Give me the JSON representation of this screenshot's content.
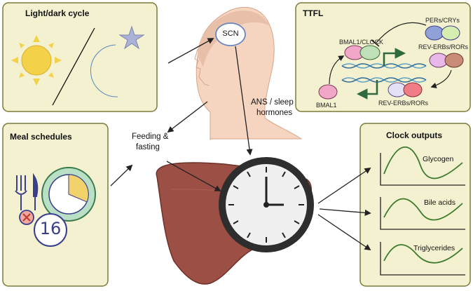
{
  "panels": {
    "light": {
      "title": "Light/dark cycle"
    },
    "meal": {
      "title": "Meal schedules",
      "fasting_number": "16"
    },
    "ttfl": {
      "title": "TTFL",
      "pers_crys": "PERs/CRYs",
      "bmal1_clock": "BMAL1/CLOCK",
      "rev_rors_top": "REV-ERBs/RORs",
      "rev_rors_bottom": "REV-ERBs/RORs",
      "bmal1": "BMAL1"
    },
    "outputs": {
      "title": "Clock outputs",
      "items": [
        "Glycogen",
        "Bile acids",
        "Triglycerides"
      ]
    }
  },
  "labels": {
    "scn": "SCN",
    "ans_line1": "ANS / sleep",
    "ans_line2": "hormones",
    "feeding_line1": "Feeding &",
    "feeding_line2": "fasting"
  },
  "colors": {
    "panel_fill": "#f3f1cf",
    "panel_border": "#7a7a3a",
    "sun": "#f3d24a",
    "moon": "#9cc8f0",
    "star": "#aab2d6",
    "liver": "#9c4f45",
    "curve": "#3d7a2e",
    "dna": "#5aa0c8",
    "arrow": "#222222"
  }
}
